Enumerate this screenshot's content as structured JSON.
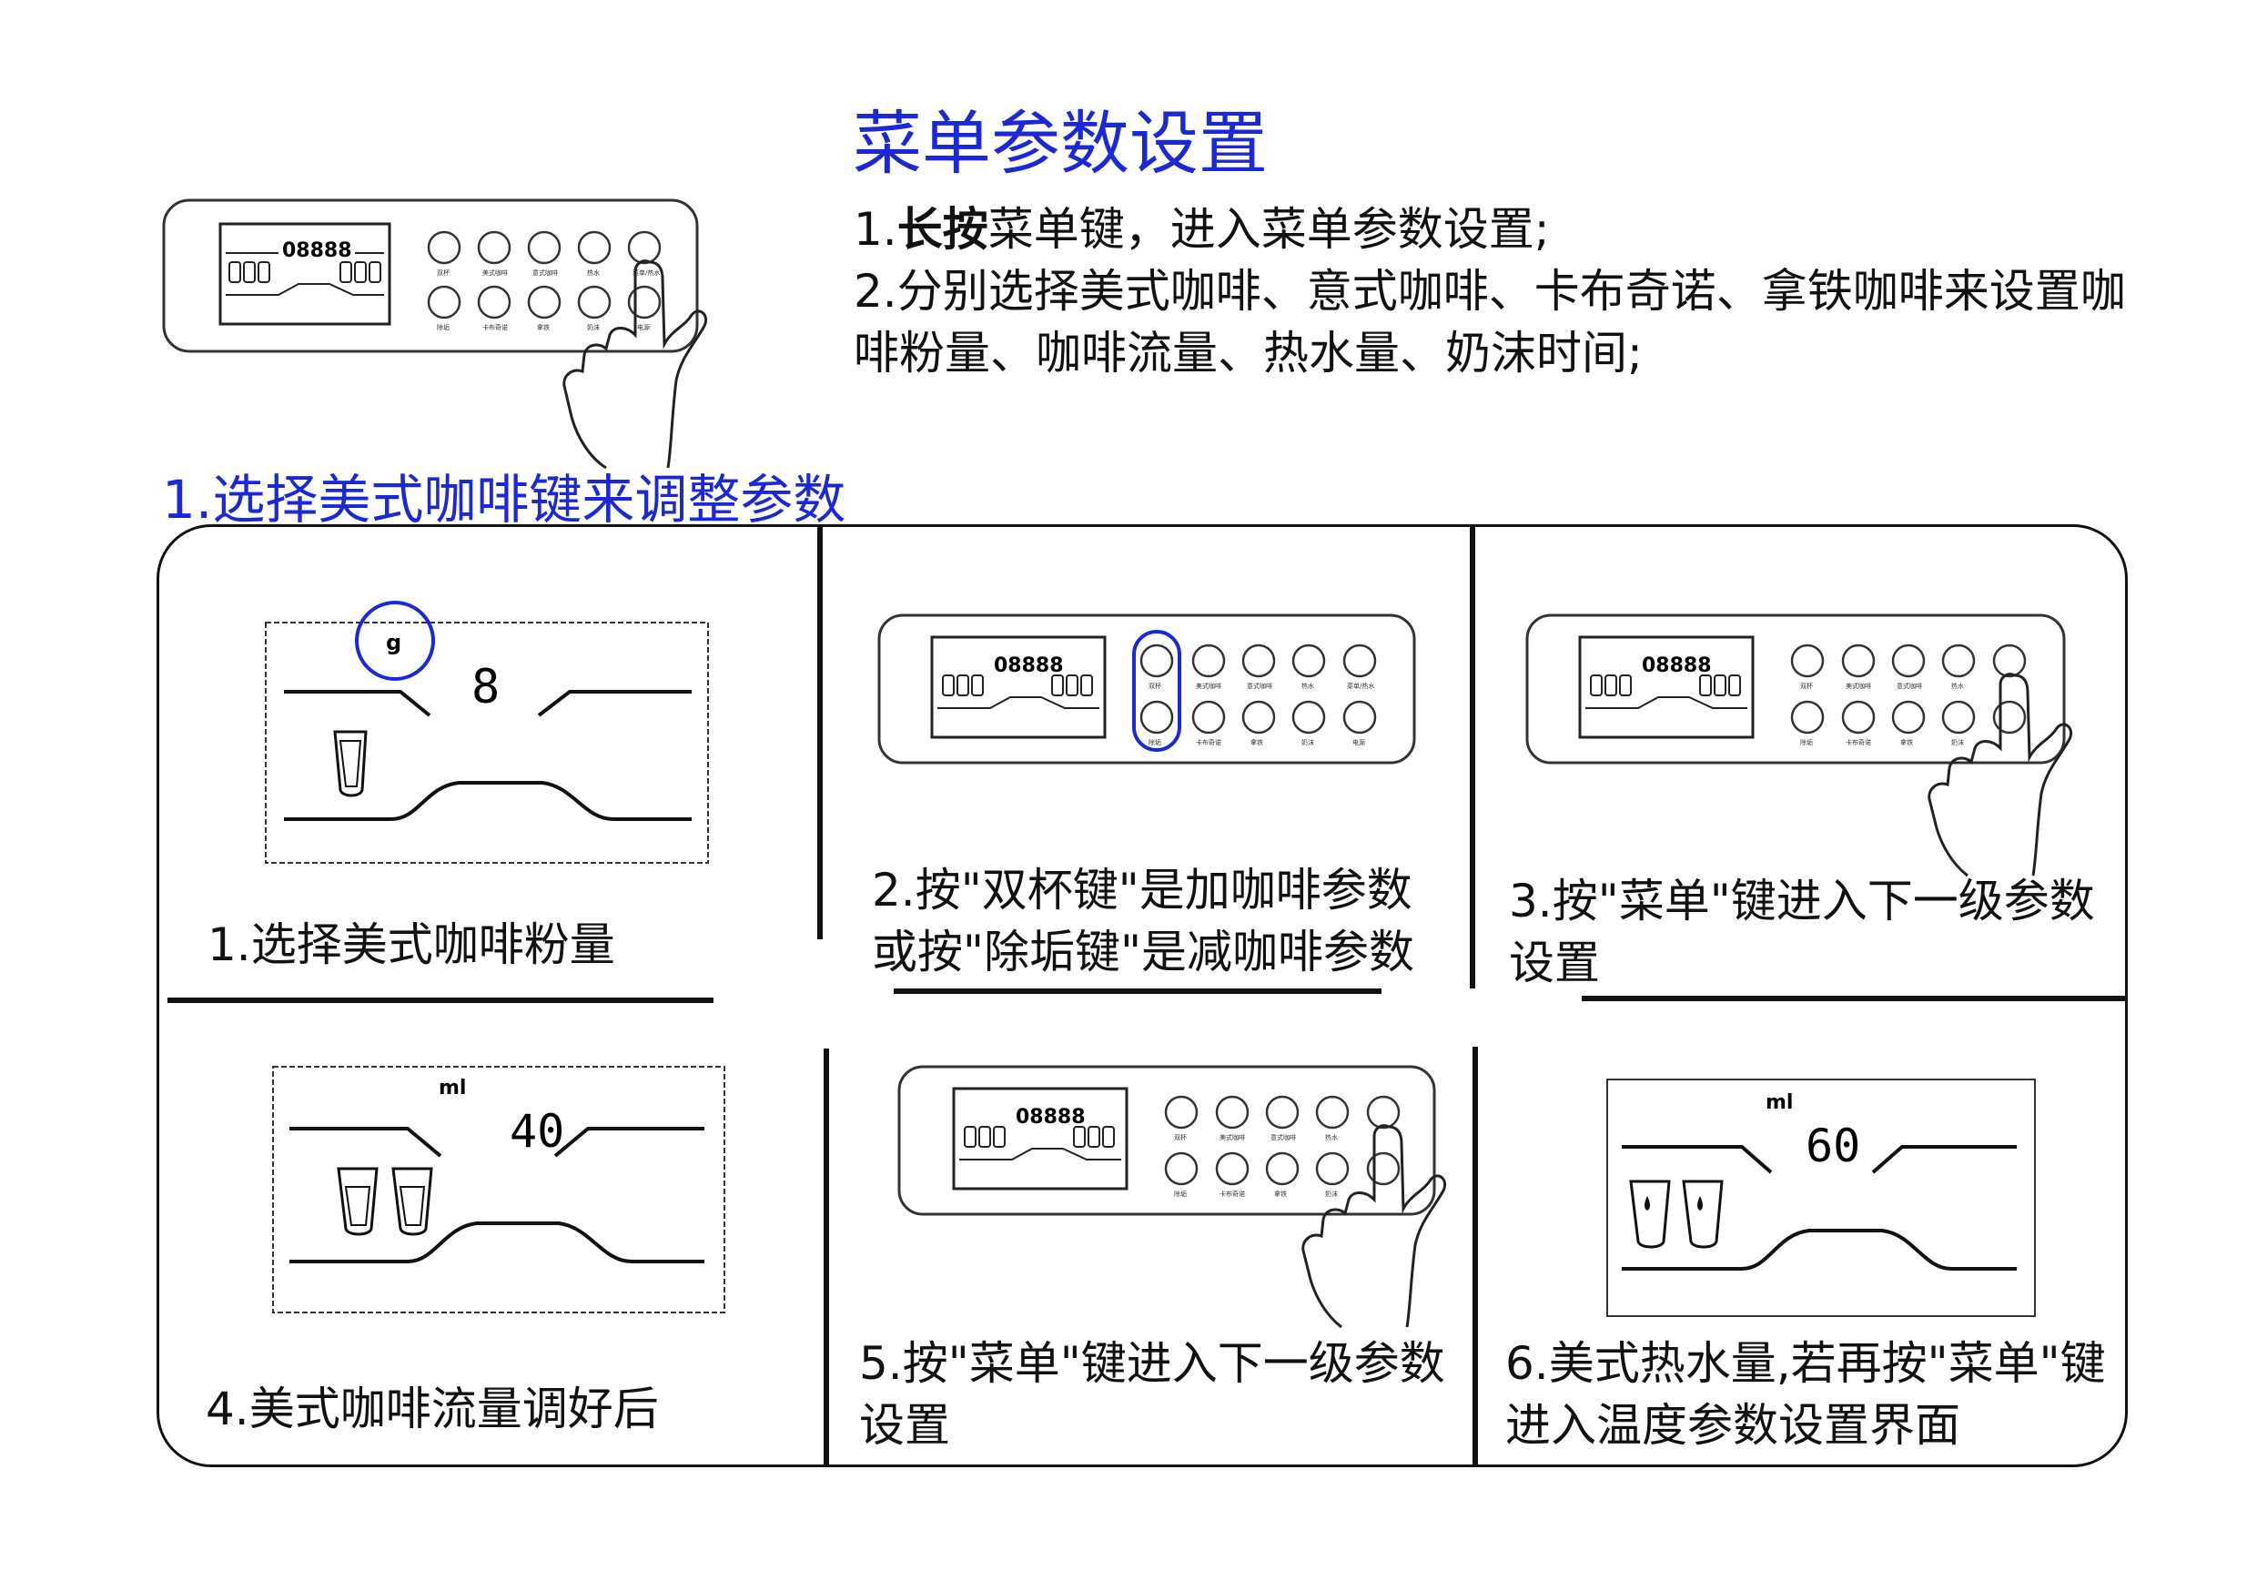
{
  "page": {
    "title": "菜单参数设置",
    "intro": {
      "line1_prefix": "1.",
      "line1_bold": "长按",
      "line1_rest": "菜单键，进入菜单参数设置;",
      "line2": "2.分别选择美式咖啡、意式咖啡、卡布奇诺、拿铁咖啡来设置咖啡粉量、咖啡流量、热水量、奶沫时间;"
    },
    "subtitle": "1.选择美式咖啡键来调整参数"
  },
  "panel": {
    "lcd_digits": "08888",
    "top_row_labels": [
      "双杯",
      "美式咖啡",
      "意式咖啡",
      "热水",
      "菜单/热水"
    ],
    "bottom_row_labels": [
      "除垢",
      "卡布奇诺",
      "拿铁",
      "奶沫",
      "电源"
    ]
  },
  "steps": [
    {
      "caption": "1.选择美式咖啡粉量",
      "unit": "g",
      "value": "8"
    },
    {
      "caption": "2.按\"双杯键\"是加咖啡参数或按\"除垢键\"是减咖啡参数"
    },
    {
      "caption": "3.按\"菜单\"键进入下一级参数设置"
    },
    {
      "caption": "4.美式咖啡流量调好后",
      "unit": "ml",
      "value": "40"
    },
    {
      "caption": "5.按\"菜单\"键进入下一级参数设置"
    },
    {
      "caption": "6.美式热水量,若再按\"菜单\"键进入温度参数设置界面",
      "unit": "ml",
      "value": "60"
    }
  ]
}
